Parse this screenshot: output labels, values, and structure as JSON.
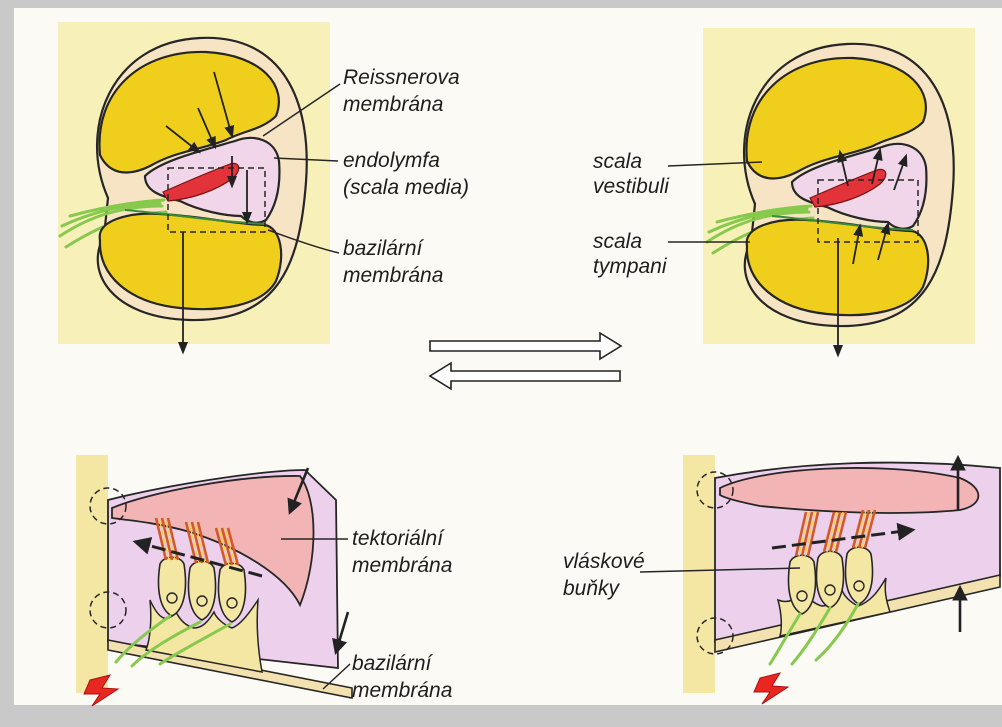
{
  "labels": {
    "reissner": {
      "line1": "Reissnerova",
      "line2": "membrána"
    },
    "endolymph": {
      "line1": "endolymfa",
      "line2": "(scala media)"
    },
    "basilar_top": {
      "line1": "bazilární",
      "line2": "membrána"
    },
    "scala_vestibuli": {
      "line1": "scala",
      "line2": "vestibuli"
    },
    "scala_tympani": {
      "line1": "scala",
      "line2": "tympani"
    },
    "tectorial": {
      "line1": "tektoriální",
      "line2": "membrána"
    },
    "hair_cells": {
      "line1": "vláskové",
      "line2": "buňky"
    },
    "basilar_bottom": {
      "line1": "bazilární",
      "line2": "membrána"
    }
  },
  "colors": {
    "panel_background": "#f7f1b9",
    "chamber_yellow": "#f0cf1c",
    "scala_media_pink": "#f0d6e8",
    "tectorial_red": "#e2323a",
    "tectorial_detail_pink": "#f2b4b4",
    "organ_purple": "#ecd0ec",
    "nerve_green": "#86c94c",
    "stimulus_red": "#e82820"
  }
}
